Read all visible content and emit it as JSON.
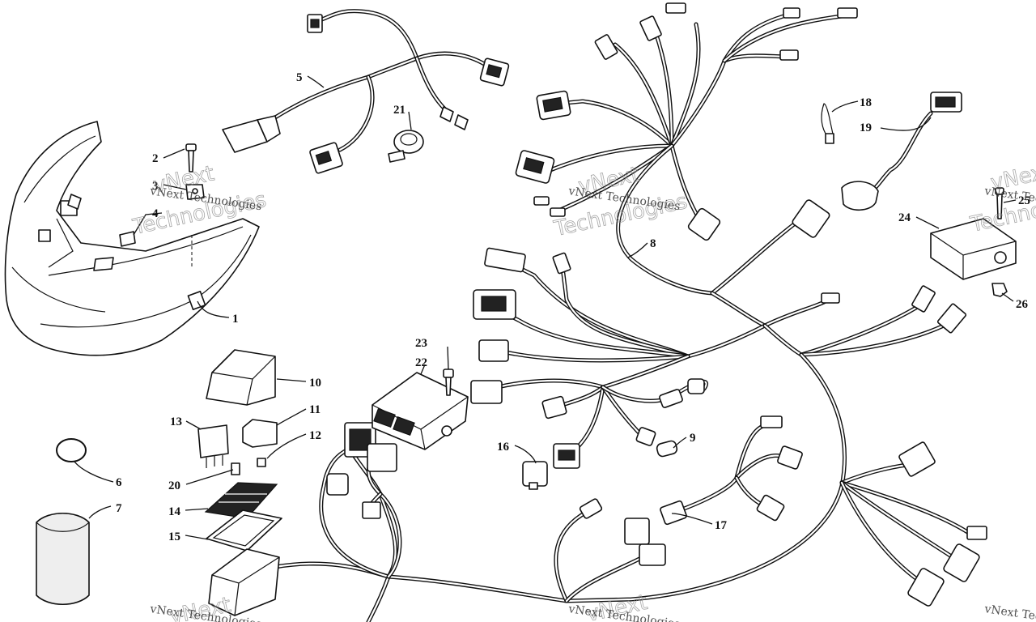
{
  "callouts": {
    "c1": "1",
    "c2": "2",
    "c3": "3",
    "c4": "4",
    "c5": "5",
    "c6": "6",
    "c7": "7",
    "c8": "8",
    "c9": "9",
    "c10": "10",
    "c11": "11",
    "c12": "12",
    "c13": "13",
    "c14": "14",
    "c15": "15",
    "c16": "16",
    "c17": "17",
    "c18": "18",
    "c19": "19",
    "c20": "20",
    "c21": "21",
    "c22": "22",
    "c23": "23",
    "c24": "24",
    "c25": "25",
    "c26": "26"
  },
  "watermark": {
    "brand": "vNext",
    "tag": "Technologies",
    "full": "vNext Technologies"
  }
}
